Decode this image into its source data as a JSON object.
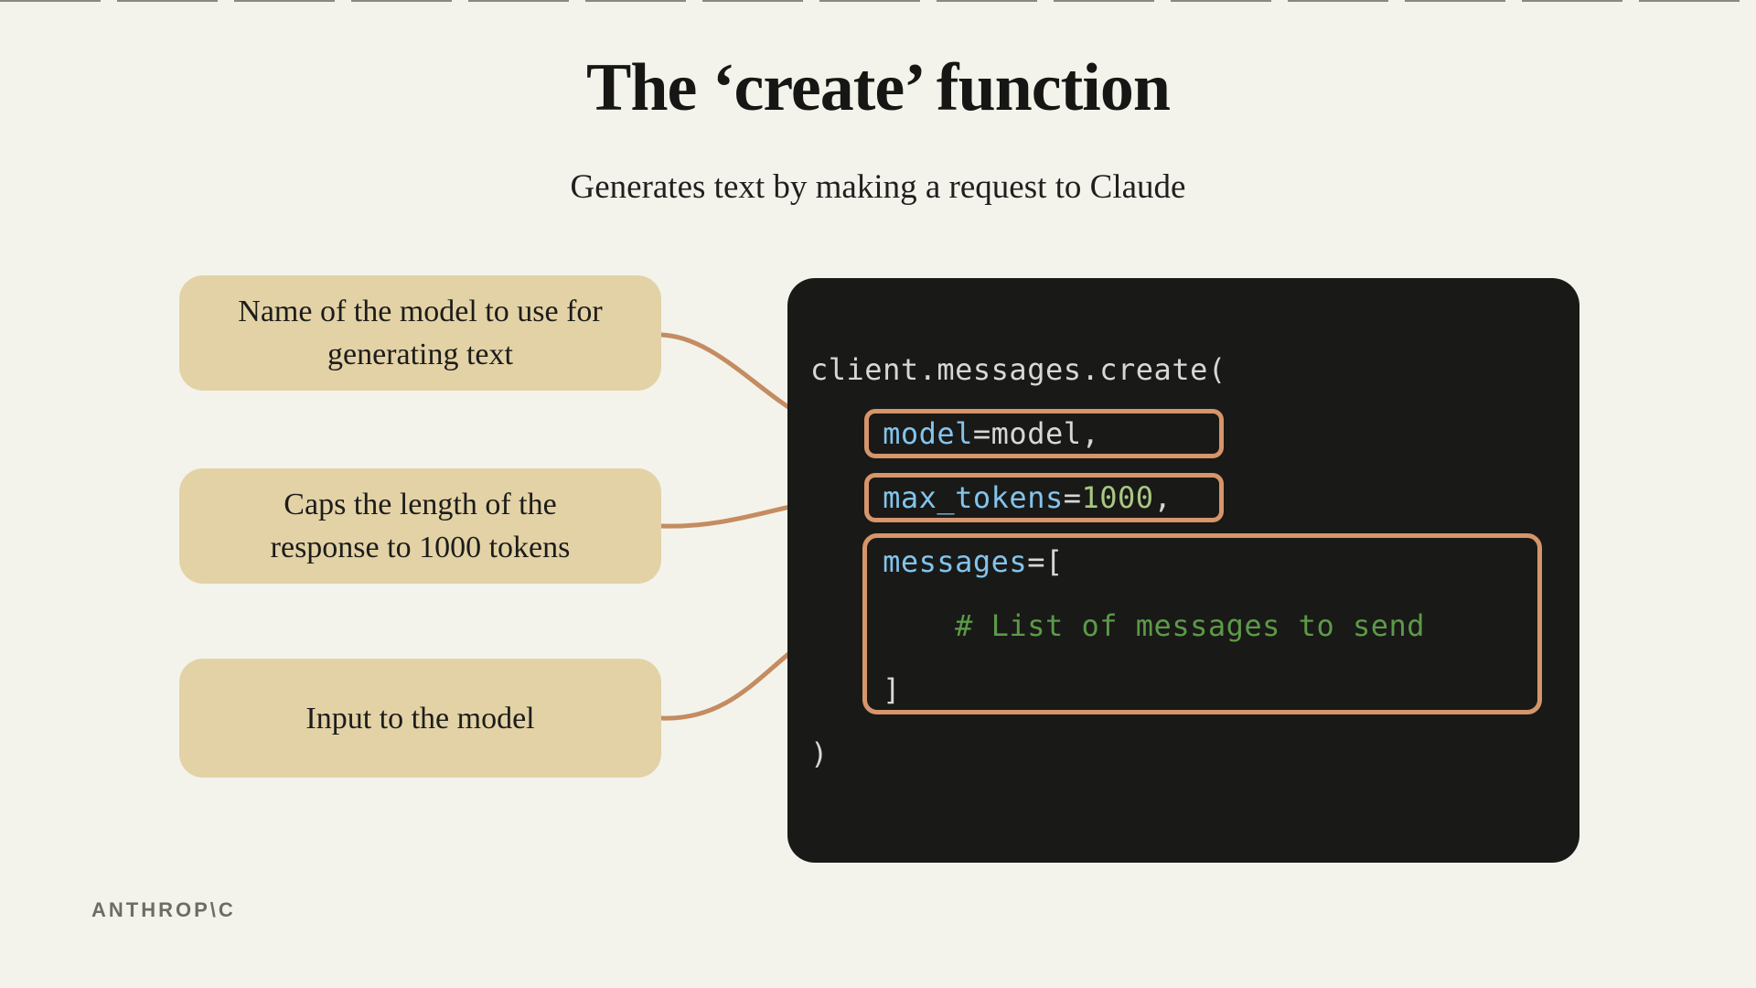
{
  "header": {
    "title": "The ‘create’ function",
    "subtitle": "Generates text by making a request to Claude"
  },
  "callouts": [
    {
      "id": "model",
      "text": "Name of the model to use for generating text"
    },
    {
      "id": "max_tokens",
      "text": "Caps the length of the response to 1000 tokens"
    },
    {
      "id": "messages",
      "text": "Input to the model"
    }
  ],
  "code_panel": {
    "lines": [
      {
        "tokens": [
          {
            "t": "client.messages.create(",
            "c": "plain"
          }
        ]
      },
      {
        "tokens": [
          {
            "t": "    ",
            "c": "plain"
          },
          {
            "t": "model",
            "c": "param"
          },
          {
            "t": "=model,",
            "c": "plain"
          }
        ]
      },
      {
        "tokens": [
          {
            "t": "    ",
            "c": "plain"
          },
          {
            "t": "max_tokens",
            "c": "param"
          },
          {
            "t": "=",
            "c": "plain"
          },
          {
            "t": "1000",
            "c": "number"
          },
          {
            "t": ",",
            "c": "plain"
          }
        ]
      },
      {
        "tokens": [
          {
            "t": "    ",
            "c": "plain"
          },
          {
            "t": "messages",
            "c": "param"
          },
          {
            "t": "=[",
            "c": "plain"
          }
        ]
      },
      {
        "tokens": [
          {
            "t": "        # List of messages to send",
            "c": "comment"
          }
        ]
      },
      {
        "tokens": [
          {
            "t": "    ]",
            "c": "plain"
          }
        ]
      },
      {
        "tokens": [
          {
            "t": ")",
            "c": "plain"
          }
        ]
      }
    ],
    "highlighted_params": [
      "model",
      "max_tokens",
      "messages"
    ]
  },
  "footer": {
    "logo": "ANTHROP\\C"
  },
  "colors": {
    "page_background": "#f3f3ec",
    "callout_background": "#e3d2a6",
    "callout_text": "#1c1c1a",
    "code_background": "#191917",
    "code_plain": "#d7d7d5",
    "code_param_blue": "#82c4ec",
    "code_number_green": "#a9c883",
    "code_comment_green": "#5c9a48",
    "highlight_border": "#d6956a",
    "connector_line": "#c48c60",
    "logo_gray": "#6d6d63"
  }
}
